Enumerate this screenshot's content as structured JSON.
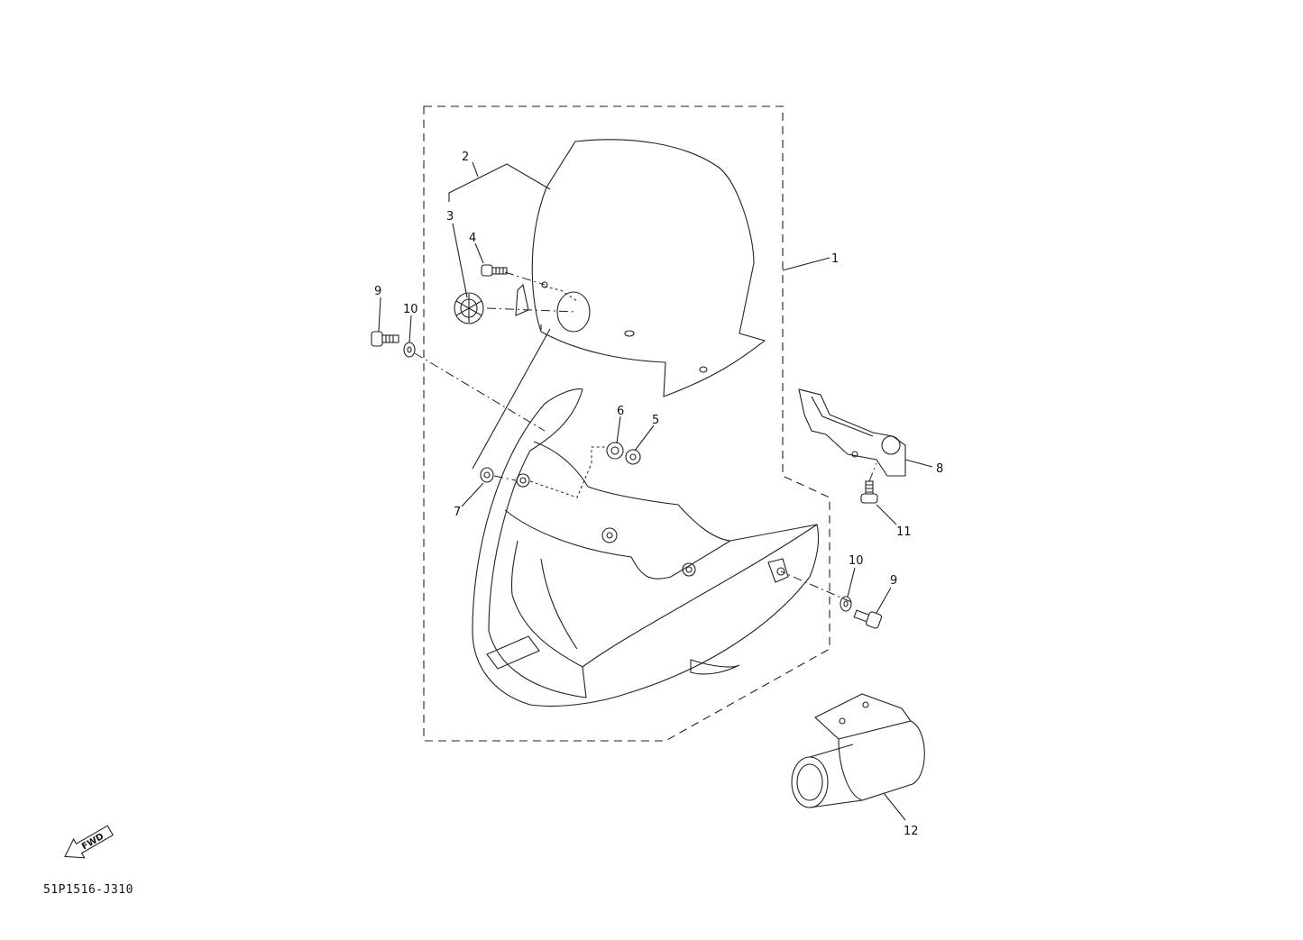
{
  "diagram_code": "51P1516-J310",
  "fwd_label": "FWD",
  "callouts": {
    "c1": "1",
    "c2": "2",
    "c3": "3",
    "c4": "4",
    "c5": "5",
    "c6": "6",
    "c7": "7",
    "c8": "8",
    "c9a": "9",
    "c9b": "9",
    "c10a": "10",
    "c10b": "10",
    "c11": "11",
    "c12": "12"
  }
}
